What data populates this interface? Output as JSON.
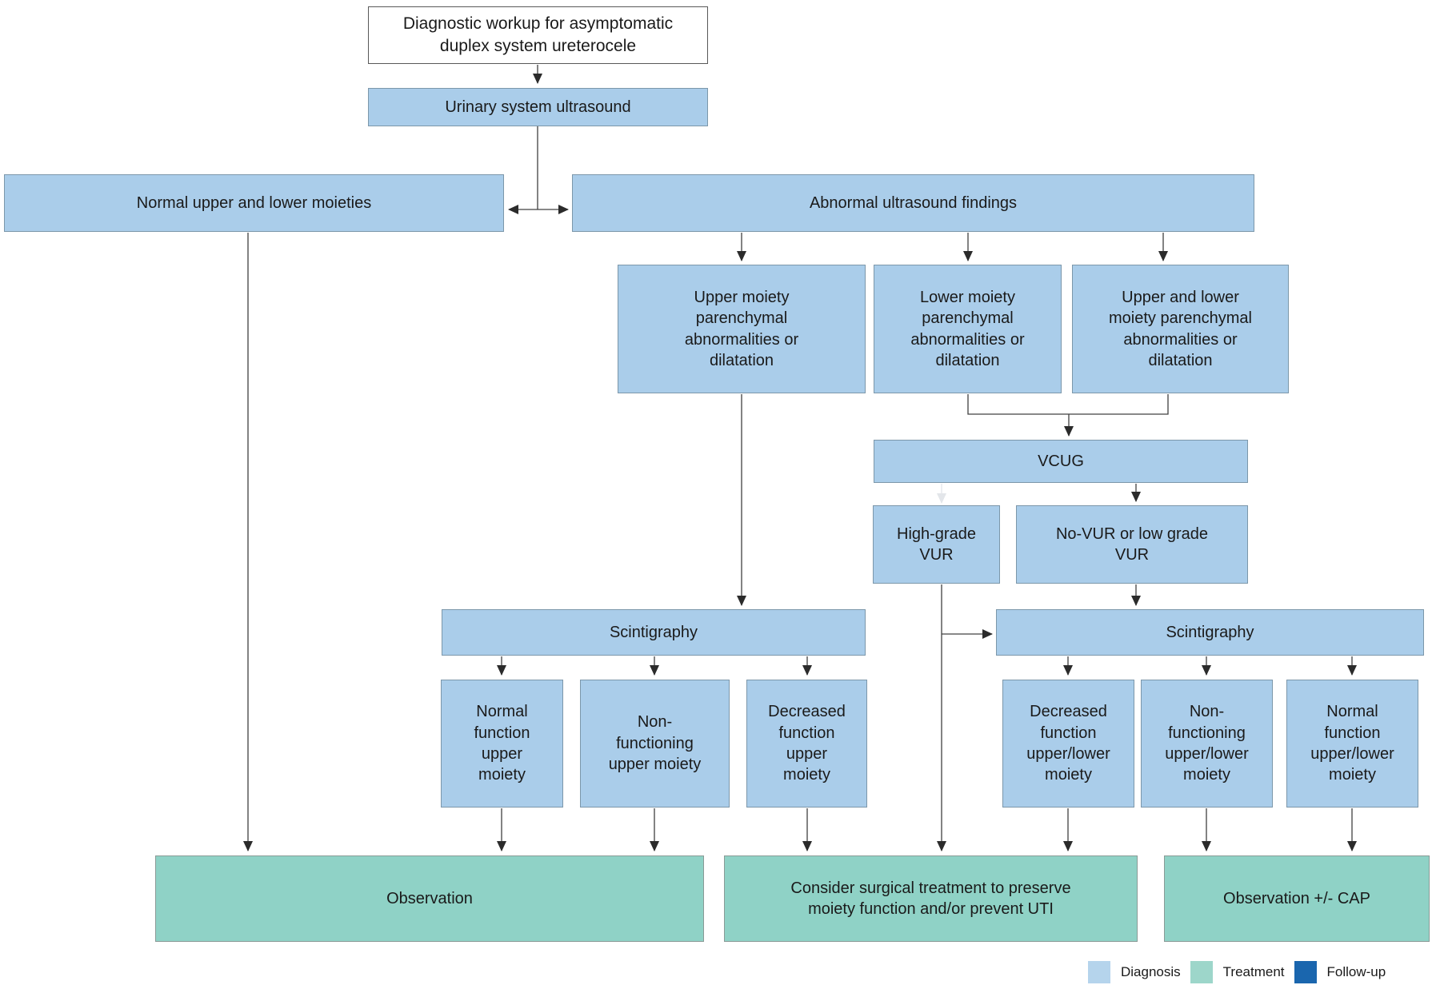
{
  "colors": {
    "diagnosis_fill": "#aacdea",
    "diagnosis_border": "#7c97aa",
    "treatment_fill": "#8fd2c6",
    "treatment_border": "#8a9a96",
    "followup_fill": "#1a66ae",
    "start_fill": "#ffffff",
    "start_border": "#595959",
    "arrow": "#404040",
    "arrow_faint": "#e3e6ea",
    "legend_diagnosis": "#b5d4ec",
    "legend_treatment": "#9dd6ca",
    "legend_followup": "#1a66ae"
  },
  "nodes": {
    "title": "Diagnostic workup for asymptomatic\nduplex system ureterocele",
    "ultrasound": "Urinary system ultrasound",
    "normal_moieties": "Normal upper and lower moieties",
    "abnormal_findings": "Abnormal ultrasound findings",
    "upper_moiety": "Upper moiety\nparenchymal\nabnormalities or\ndilatation",
    "lower_moiety": "Lower moiety\nparenchymal\nabnormalities or\ndilatation",
    "upper_lower_moiety": "Upper and lower\nmoiety parenchymal\nabnormalities or\ndilatation",
    "vcug": "VCUG",
    "high_grade_vur": "High-grade\nVUR",
    "no_vur": "No-VUR or low grade\nVUR",
    "scintigraphy_left": "Scintigraphy",
    "scintigraphy_right": "Scintigraphy",
    "normal_function_upper": "Normal\nfunction\nupper\nmoiety",
    "nonfunctioning_upper": "Non-\nfunctioning\nupper moiety",
    "decreased_function_upper": "Decreased\nfunction\nupper\nmoiety",
    "decreased_function_ul": "Decreased\nfunction\nupper/lower\nmoiety",
    "nonfunctioning_ul": "Non-\nfunctioning\nupper/lower\nmoiety",
    "normal_function_ul": "Normal\nfunction\nupper/lower\nmoiety",
    "observation": "Observation",
    "surgical": "Consider surgical treatment to preserve\nmoiety function and/or prevent UTI",
    "observation_cap": "Observation +/- CAP"
  },
  "legend": {
    "items": [
      {
        "label": "Diagnosis"
      },
      {
        "label": "Treatment"
      },
      {
        "label": "Follow-up"
      }
    ]
  }
}
